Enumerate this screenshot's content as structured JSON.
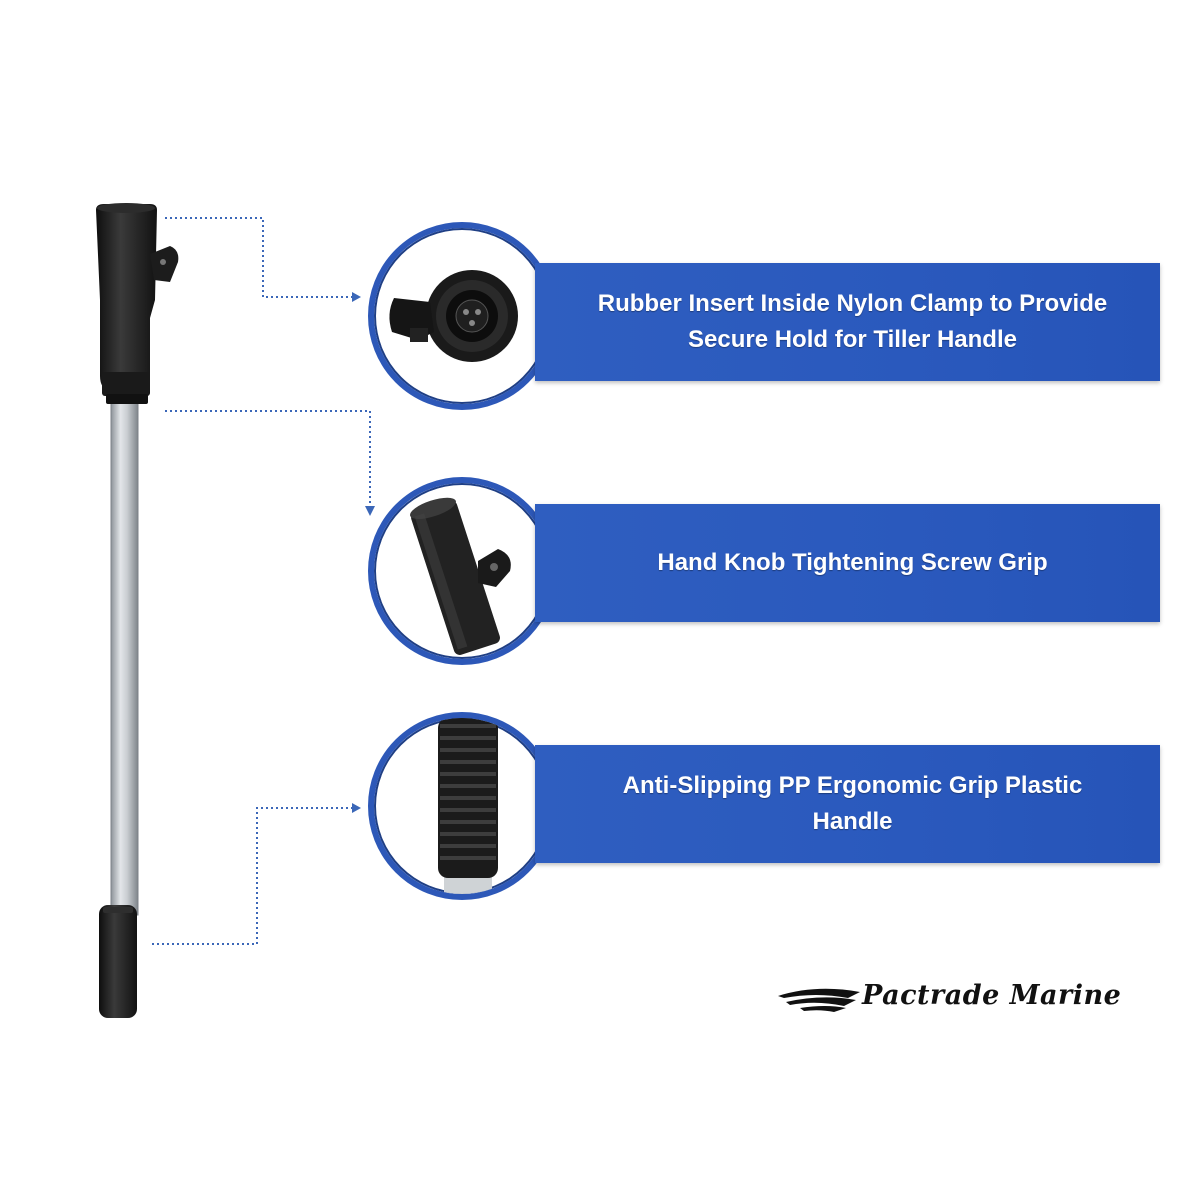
{
  "features": [
    {
      "text": "Rubber Insert Inside Nylon Clamp to Provide Secure Hold for Tiller Handle",
      "lines": [
        "Rubber Insert Inside Nylon Clamp to Provide",
        "Secure Hold for Tiller Handle"
      ]
    },
    {
      "text": "Hand Knob Tightening Screw Grip",
      "lines": [
        "Hand Knob Tightening Screw Grip"
      ]
    },
    {
      "text": "Anti-Slipping PP Ergonomic Grip Plastic Handle",
      "lines": [
        "Anti-Slipping PP Ergonomic Grip Plastic",
        "Handle"
      ]
    }
  ],
  "brand": {
    "name": "Pactrade Marine"
  },
  "colors": {
    "banner_blue": "#2a59bd",
    "circle_border": "#2d58b8",
    "connector_blue": "#3b67b8",
    "grip_black": "#1e1e1e",
    "shaft_silver": "#c4c8cc"
  }
}
